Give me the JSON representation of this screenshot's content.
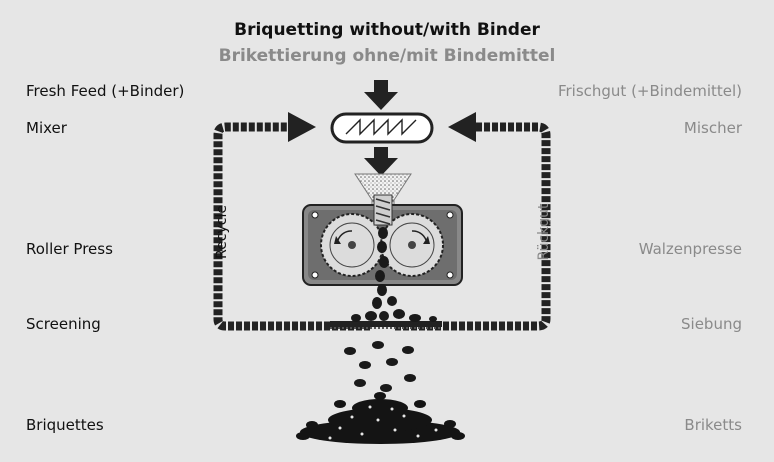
{
  "title_en": "Briquetting without/with Binder",
  "title_de": "Brikettierung ohne/mit Bindemittel",
  "stages": [
    {
      "en": "Fresh Feed (+Binder)",
      "de": "Frischgut (+Bindemittel)"
    },
    {
      "en": "Mixer",
      "de": "Mischer"
    },
    {
      "en": "Roller Press",
      "de": "Walzenpresse"
    },
    {
      "en": "Screening",
      "de": "Siebung"
    },
    {
      "en": "Briquettes",
      "de": "Briketts"
    }
  ],
  "recycle_en": "Recycle",
  "recycle_de": "Rückgut"
}
